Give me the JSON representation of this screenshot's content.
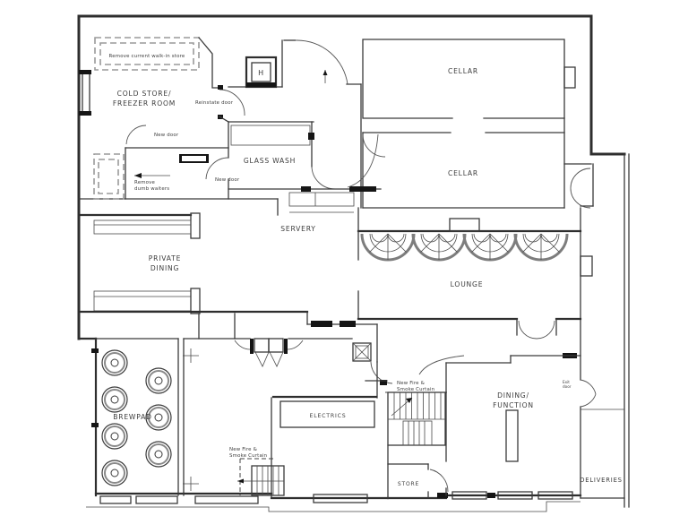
{
  "drawing": {
    "type": "architectural-floor-plan",
    "bg_color": "#ffffff",
    "wall_color": "#2e2e2e",
    "light_gray": "#9a9a9a"
  },
  "rooms": {
    "cellar_top": "CELLAR",
    "cellar_mid": "CELLAR",
    "cold_store_line1": "COLD STORE/",
    "cold_store_line2": "FREEZER ROOM",
    "glass_wash": "GLASS WASH",
    "servery": "SERVERY",
    "private_dining_line1": "PRIVATE",
    "private_dining_line2": "DINING",
    "lounge": "LOUNGE",
    "brewpad": "BREWPAD",
    "electrics": "ELECTRICS",
    "dining_function_line1": "DINING/",
    "dining_function_line2": "FUNCTION",
    "store": "STORE",
    "deliveries": "DELIVERIES",
    "lift": "H"
  },
  "annotations": {
    "remove_walkin": "Remove current walk-in store",
    "reinstate_door": "Reinstate door",
    "new_door_upper": "New door",
    "new_door_lower": "New door",
    "remove_dumb_line1": "Remove",
    "remove_dumb_line2": "dumb waiters",
    "fire_curtain_left_line1": "New Fire &",
    "fire_curtain_left_line2": "Smoke Curtain",
    "fire_curtain_mid_line1": "New Fire &",
    "fire_curtain_mid_line2": "Smoke Curtain",
    "exit_door_line1": "Exit",
    "exit_door_line2": "door"
  }
}
